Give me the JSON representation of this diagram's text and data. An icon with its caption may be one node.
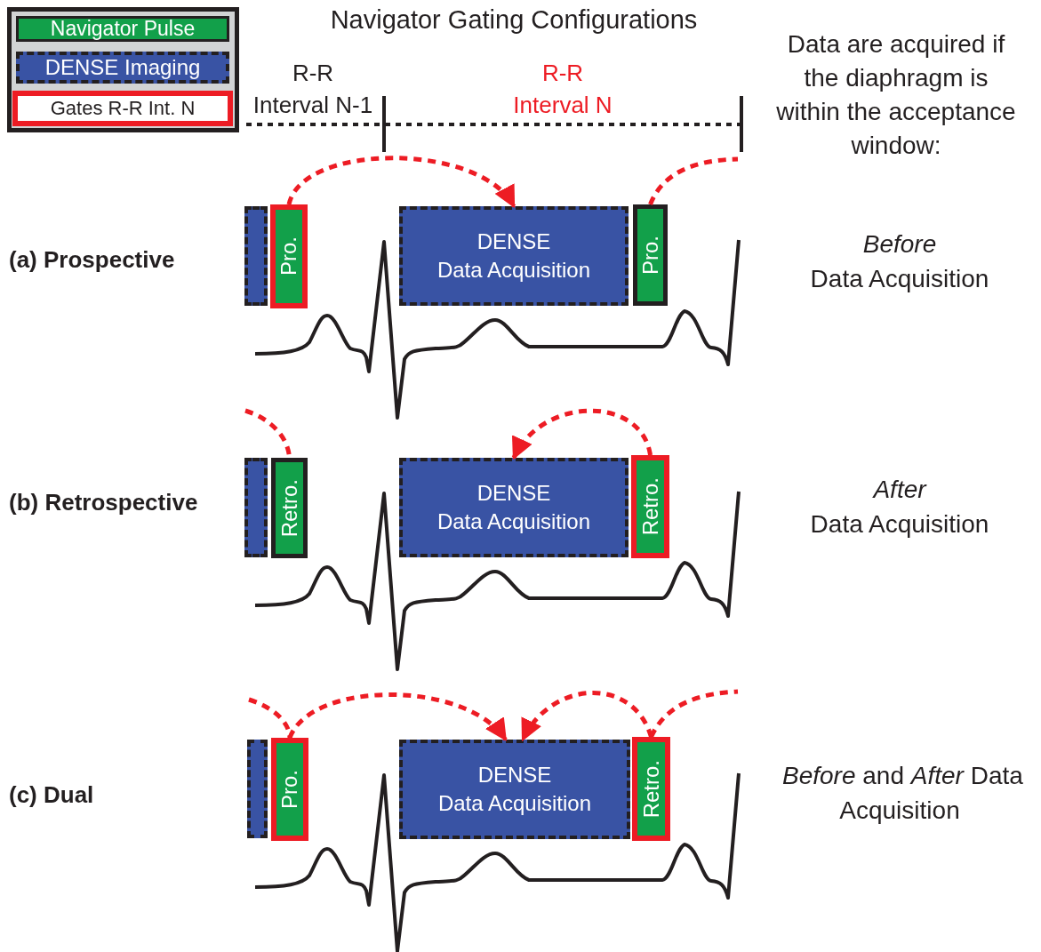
{
  "diagram": {
    "title": "Navigator Gating Configurations",
    "nodes": [
      {
        "text": [],
        "shape": "box"
      },
      {
        "text": [
          "Pro."
        ]
      },
      {
        "text": [
          "DENSE Data Acquisition"
        ]
      },
      {
        "text": [
          "Pro."
        ]
      },
      {
        "text": [],
        "shape": "box"
      },
      {
        "text": [
          "Retro."
        ]
      },
      {
        "text": [
          "DENSE Data Acquisition"
        ]
      },
      {
        "text": [
          "Retro."
        ]
      },
      {
        "text": [],
        "shape": "box"
      },
      {
        "text": [
          "Pro."
        ]
      },
      {
        "text": [
          "DENSE Data Acquisition"
        ]
      },
      {
        "text": [
          "Retro."
        ]
      }
    ],
    "edges": [
      {
        "from": 1,
        "to": 2,
        "arrow": "to",
        "style": "dashed"
      },
      {
        "from": 3,
        "to": null,
        "arrow": "none",
        "style": "dashed"
      },
      {
        "from": null,
        "to": 5,
        "arrow": "none",
        "style": "dashed"
      },
      {
        "from": 7,
        "to": 6,
        "arrow": "to",
        "style": "dashed"
      },
      {
        "from": null,
        "to": 9,
        "arrow": "none",
        "style": "dashed"
      },
      {
        "from": 9,
        "to": 10,
        "arrow": "to",
        "style": "dashed"
      },
      {
        "from": 11,
        "to": 10,
        "arrow": "to",
        "style": "dashed"
      },
      {
        "from": 11,
        "to": null,
        "arrow": "none",
        "style": "dashed"
      }
    ],
    "labels": [
      "R-R Interval N-1",
      "R-R Interval N",
      "Data are acquired if the diaphragm is within the acceptance window:",
      "(a) Prospective",
      "*Before* Data Acquisition",
      "(b) Retrospective",
      "*After* Data Acquisition",
      "(c) Dual",
      "*Before* and *After* Data Acquisition"
    ],
    "legend": [
      {
        "text": "Navigator Pulse",
        "color": "#12a04a"
      },
      {
        "text": "DENSE Imaging",
        "color": "#3953a4"
      },
      {
        "text": "Gates R-R Int. N",
        "color": "#ed1c24"
      }
    ]
  }
}
